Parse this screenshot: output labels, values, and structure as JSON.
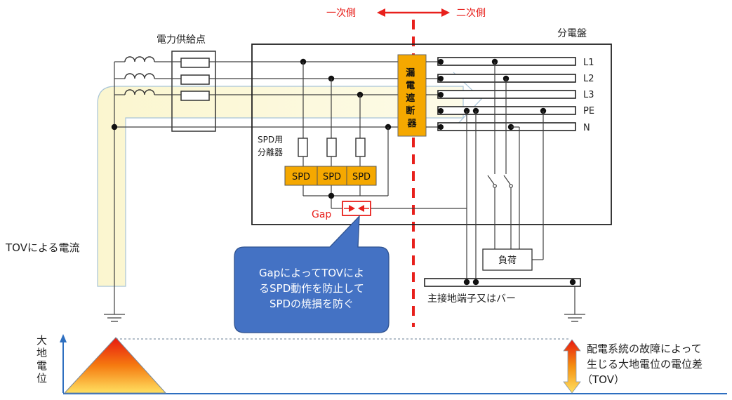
{
  "labels": {
    "primary_side": "一次側",
    "secondary_side": "二次側",
    "supply_point": "電力供給点",
    "distribution_board": "分電盤",
    "leakage_breaker": "漏電遮断器",
    "spd_disconnector_line1": "SPD用",
    "spd_disconnector_line2": "分離器",
    "spd": "SPD",
    "gap": "Gap",
    "tov_current": "TOVによる電流",
    "callout_line1": "GapによってTOVによ",
    "callout_line2": "るSPD動作を防止して",
    "callout_line3": "SPDの焼損を防ぐ",
    "load": "負荷",
    "main_earth_terminal": "主接地端子又はバー",
    "ground_potential": "大地電位",
    "tov_note_line1": "配電系統の故障によって",
    "tov_note_line2": "生じる大地電位の電位差",
    "tov_note_line3": "（TOV）"
  },
  "bus_labels": [
    "L1",
    "L2",
    "L3",
    "PE",
    "N"
  ],
  "colors": {
    "boundary_red": "#e8201c",
    "spd_fill": "#f5a800",
    "breaker_fill": "#f5a800",
    "callout_fill": "#4472c4",
    "tov_band": "#fbf7d6",
    "axis_blue": "#2e6fc0",
    "line_gray": "#404040"
  }
}
